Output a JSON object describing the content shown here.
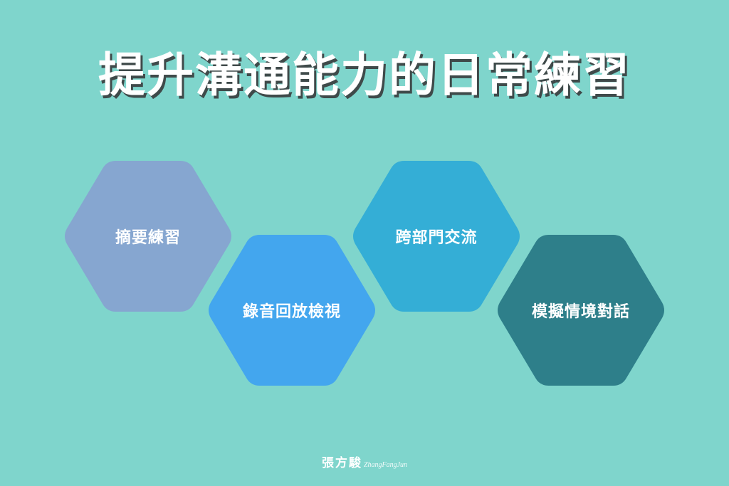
{
  "title": "提升溝通能力的日常練習",
  "items": [
    {
      "label": "摘要練習",
      "color": "#86a6d0"
    },
    {
      "label": "錄音回放檢視",
      "color": "#43a6ee"
    },
    {
      "label": "跨部門交流",
      "color": "#34aed6"
    },
    {
      "label": "模擬情境對話",
      "color": "#2e7f8a"
    }
  ],
  "background_color": "#7fd5cc",
  "brand": {
    "chinese": "張方駿",
    "english": "ZhangFangJun"
  }
}
